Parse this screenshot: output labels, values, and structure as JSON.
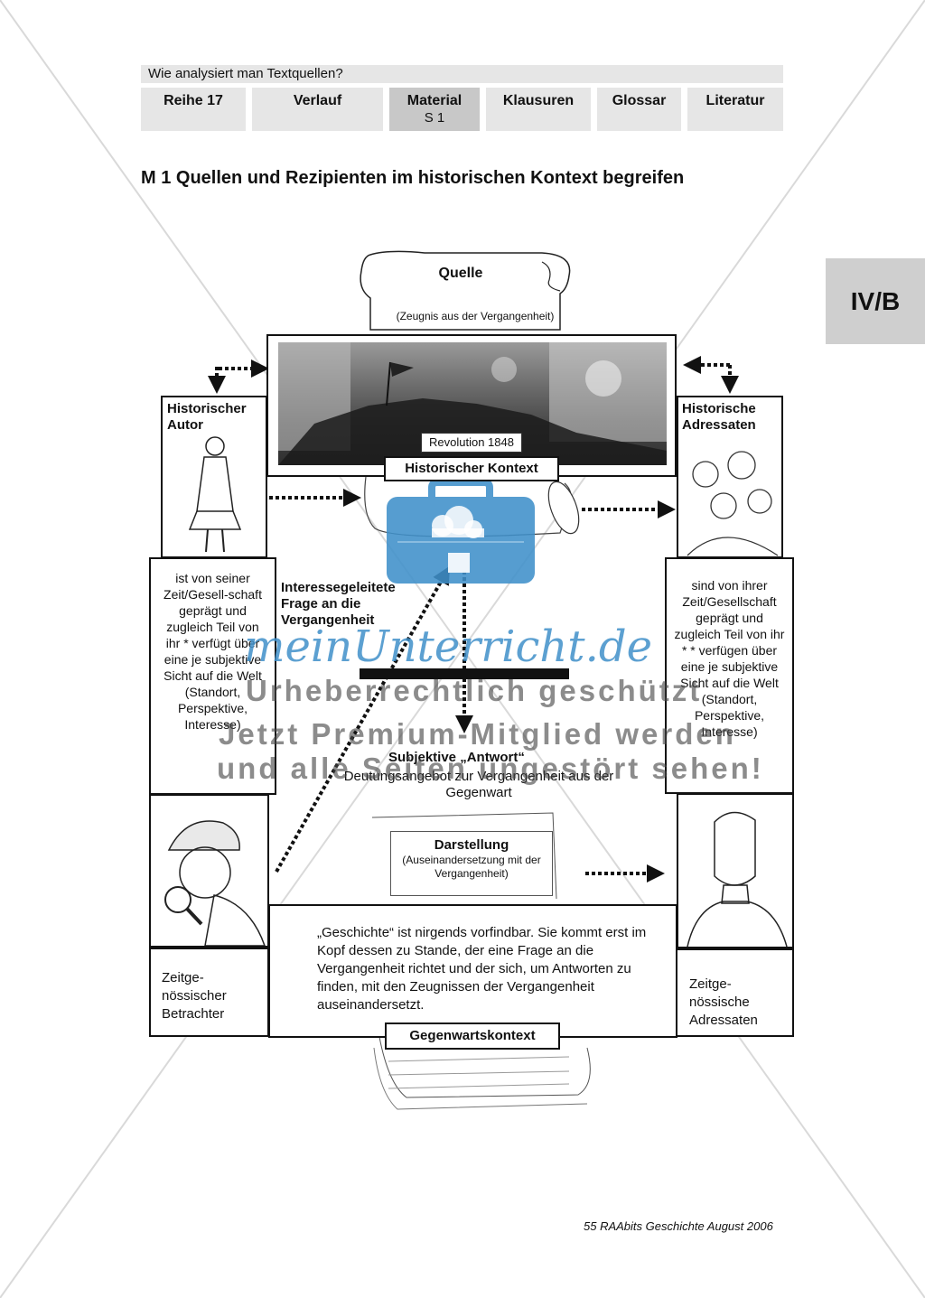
{
  "header": {
    "breadcrumb": "Wie analysiert man Textquellen?",
    "tabs": [
      {
        "label": "Reihe 17",
        "sub": ""
      },
      {
        "label": "Verlauf",
        "sub": ""
      },
      {
        "label": "Material",
        "sub": "S 1"
      },
      {
        "label": "Klausuren",
        "sub": ""
      },
      {
        "label": "Glossar",
        "sub": ""
      },
      {
        "label": "Literatur",
        "sub": ""
      }
    ],
    "side_tab": "IV/B"
  },
  "page_title": "M 1  Quellen und Rezipienten im historischen Kontext begreifen",
  "diagram": {
    "quelle": {
      "title": "Quelle",
      "subtitle": "(Zeugnis aus der Vergangenheit)"
    },
    "image_caption": "Revolution 1848",
    "historischer_kontext": "Historischer Kontext",
    "historischer_autor": "Historischer Autor",
    "historische_adressaten": "Historische Adressaten",
    "autor_text": "ist von seiner Zeit/Gesell-schaft geprägt und zugleich Teil von ihr * verfügt über eine je subjektive Sicht auf die Welt (Standort, Perspektive, Interesse)",
    "adressaten_text": "sind von ihrer Zeit/Gesellschaft geprägt und zugleich Teil von ihr * * verfügen über eine je subjektive Sicht auf die Welt (Standort, Perspektive, Interesse)",
    "frage": "Interessegeleitete Frage an die Vergangenheit",
    "antwort_title": "Subjektive „Antwort“",
    "antwort_text": "Deutungsangebot zur Vergangenheit aus der Gegenwart",
    "darstellung_title": "Darstellung",
    "darstellung_text": "(Auseinandersetzung mit der Vergangenheit)",
    "geschichte_text": "„Geschichte“ ist nirgends vorfindbar. Sie kommt erst im Kopf dessen zu Stande, der eine Frage an die Vergangenheit richtet und der sich, um Antworten zu finden, mit den Zeugnissen der Vergangenheit auseinandersetzt.",
    "gegenwartskontext": "Gegenwartskontext",
    "betrachter": "Zeitge-nössischer Betrachter",
    "zeit_adressaten": "Zeitge-nössische Adressaten"
  },
  "watermark": {
    "brand": "meinUnterricht.de",
    "line1": "Urheberrechtlich geschützt",
    "line2": "Jetzt Premium-Mitglied werden",
    "line3": "und alle Seiten ungestört sehen!"
  },
  "footer": "55 RAAbits Geschichte August 2006"
}
